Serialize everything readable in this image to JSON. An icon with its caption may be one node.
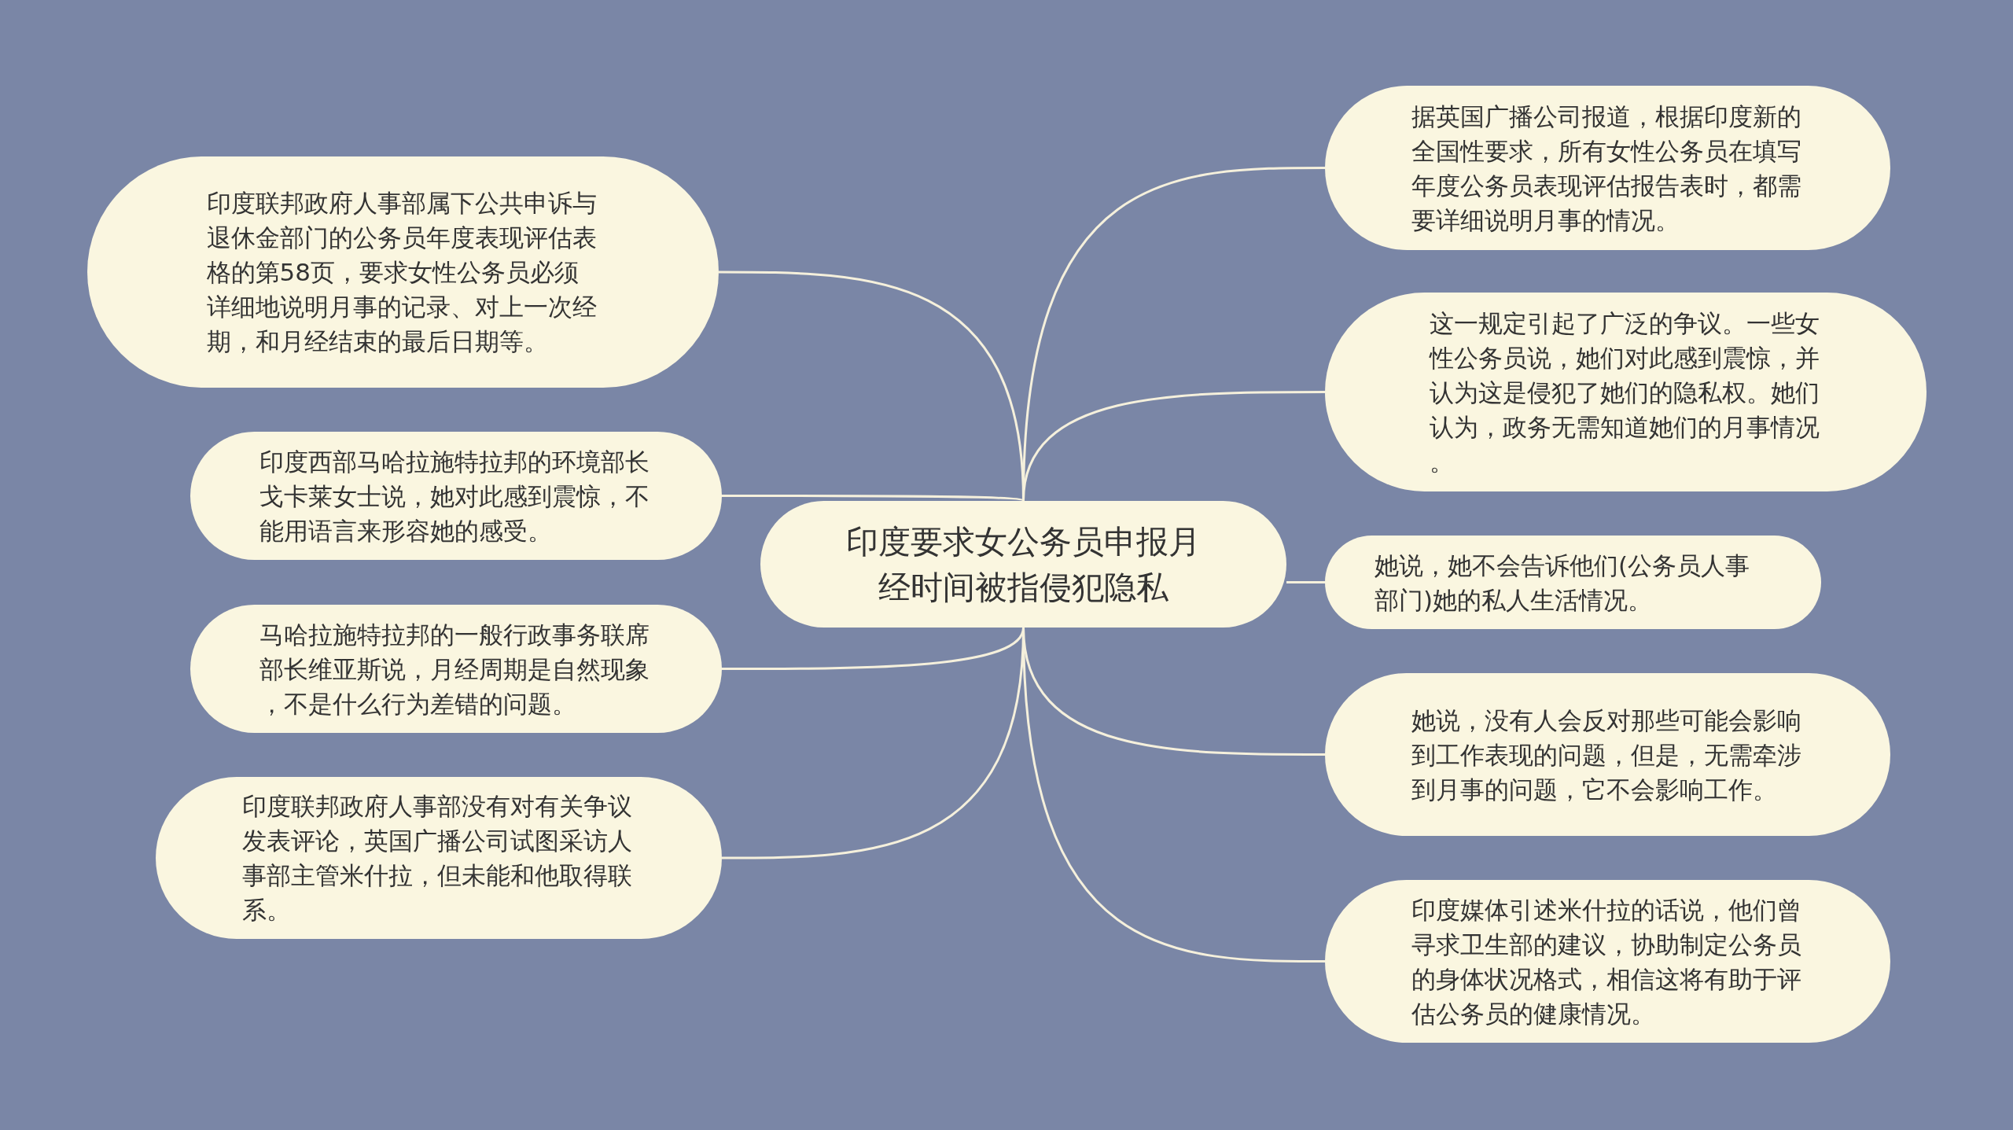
{
  "diagram": {
    "nodes": [
      {
        "text": [
          "印度要求女公务员申报月经时间被指侵犯隐私"
        ]
      },
      {
        "text": [
          "印度联邦政府人事部属下公共申诉与退休金部门的公务员年度表现评估表格的第58页，要求女性公务员必须详细地说明月事的记录、对上一次经期，和月经结束的最后日期等。"
        ]
      },
      {
        "text": [
          "印度西部马哈拉施特拉邦的环境部长戈卡莱女士说，她对此感到震惊，不能用语言来形容她的感受。"
        ]
      },
      {
        "text": [
          "马哈拉施特拉邦的一般行政事务联席部长维亚斯说，月经周期是自然现象，不是什么行为差错的问题。"
        ]
      },
      {
        "text": [
          "印度联邦政府人事部没有对有关争议发表评论，英国广播公司试图采访人事部主管米什拉，但未能和他取得联系。"
        ]
      },
      {
        "text": [
          "据英国广播公司报道，根据印度新的全国性要求，所有女性公务员在填写年度公务员表现评估报告表时，都需要详细说明月事的情况。"
        ]
      },
      {
        "text": [
          "这一规定引起了广泛的争议。一些女性公务员说，她们对此感到震惊，并认为这是侵犯了她们的隐私权。她们认为，政务无需知道她们的月事情况。"
        ]
      },
      {
        "text": [
          "她说，她不会告诉他们(公务员人事部门)她的私人生活情况。"
        ]
      },
      {
        "text": [
          "她说，没有人会反对那些可能会影响到工作表现的问题，但是，无需牵涉到月事的问题，它不会影响工作。"
        ]
      },
      {
        "text": [
          "印度媒体引述米什拉的话说，他们曾寻求卫生部的建议，协助制定公务员的身体状况格式，相信这将有助于评估公务员的健康情况。"
        ]
      }
    ],
    "edges": [
      {
        "from": 0,
        "to": 1,
        "arrow": "none"
      },
      {
        "from": 0,
        "to": 2,
        "arrow": "none"
      },
      {
        "from": 0,
        "to": 3,
        "arrow": "none"
      },
      {
        "from": 0,
        "to": 4,
        "arrow": "none"
      },
      {
        "from": 0,
        "to": 5,
        "arrow": "none"
      },
      {
        "from": 0,
        "to": 6,
        "arrow": "none"
      },
      {
        "from": 0,
        "to": 7,
        "arrow": "none"
      },
      {
        "from": 0,
        "to": 8,
        "arrow": "none"
      },
      {
        "from": 0,
        "to": 9,
        "arrow": "none"
      }
    ]
  }
}
